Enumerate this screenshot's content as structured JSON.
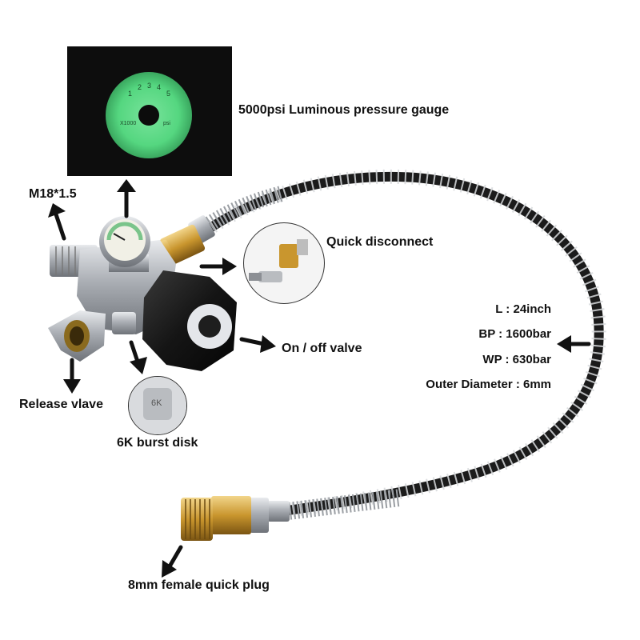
{
  "labels": {
    "gauge": "5000psi Luminous pressure gauge",
    "thread": "M18*1.5",
    "quick_disconnect": "Quick disconnect",
    "on_off_valve": "On / off valve",
    "release_valve": "Release vlave",
    "burst_disk": "6K burst disk",
    "female_plug": "8mm female quick plug"
  },
  "specs": {
    "length": "L : 24inch",
    "bp": "BP : 1600bar",
    "wp": "WP : 630bar",
    "outer_diameter": "Outer Diameter : 6mm"
  },
  "gauge_face": {
    "scale_marks": [
      "1",
      "2",
      "3",
      "4",
      "5"
    ],
    "unit_left": "X1000",
    "unit_right": "psi"
  },
  "burst_disk_stamp": "6K",
  "colors": {
    "luminous_green": "#5fe08a",
    "brass": "#c9962e",
    "hose_black": "#1b1b1b",
    "knob_black": "#151515",
    "metal": "#b9bcc0"
  }
}
